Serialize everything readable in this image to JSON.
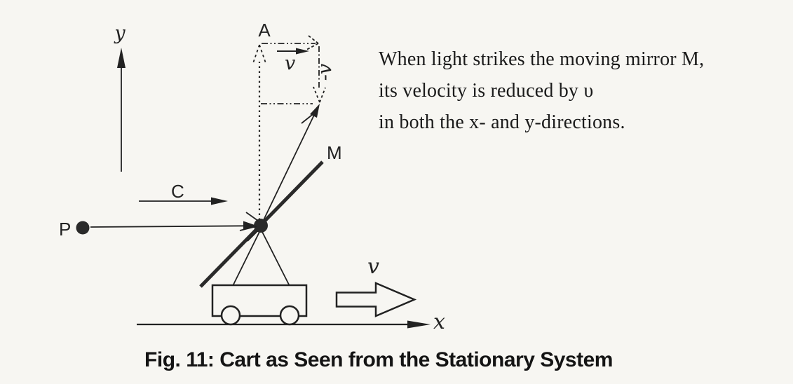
{
  "figure": {
    "caption": "Fig. 11: Cart as Seen from the Stationary System",
    "note_lines": [
      "When light strikes the moving mirror M,",
      "its velocity is reduced by υ",
      "in both the x- and y-directions."
    ],
    "labels": {
      "y_axis": "y",
      "x_axis": "x",
      "source_point": "P",
      "light_speed": "C",
      "apex_point": "A",
      "mirror": "M",
      "v_horizontal": "v",
      "v_negative_rotated": "-v",
      "v_cart": "v"
    },
    "colors": {
      "ink": "#222222",
      "background": "#f7f6f2"
    }
  }
}
